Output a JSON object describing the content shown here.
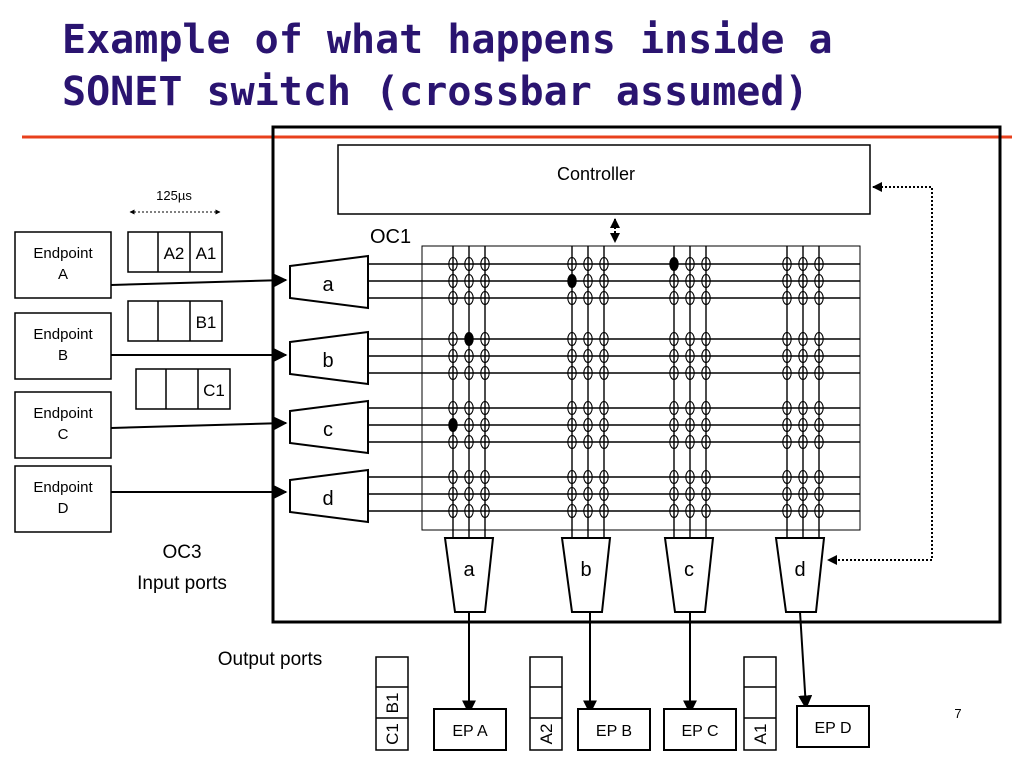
{
  "slide": {
    "title_line1": "Example of what happens inside a",
    "title_line2": "SONET switch (crossbar assumed)",
    "page_number": "7",
    "colors": {
      "title": "#2a1470",
      "rule": "#e8401c",
      "line": "#000000"
    }
  },
  "timing_label": "125µs",
  "controller_label": "Controller",
  "oc1_label": "OC1",
  "oc3_label": "OC3",
  "input_ports_label": "Input ports",
  "output_ports_label": "Output ports",
  "endpoints": [
    {
      "line1": "Endpoint",
      "line2": "A"
    },
    {
      "line1": "Endpoint",
      "line2": "B"
    },
    {
      "line1": "Endpoint",
      "line2": "C"
    },
    {
      "line1": "Endpoint",
      "line2": "D"
    }
  ],
  "input_frames": [
    [
      "",
      "A2",
      "A1"
    ],
    [
      "",
      "",
      "B1"
    ],
    [
      "",
      "",
      "C1"
    ]
  ],
  "demux_labels": [
    "a",
    "b",
    "c",
    "d"
  ],
  "mux_labels": [
    "a",
    "b",
    "c",
    "d"
  ],
  "output_endpoints": [
    "EP A",
    "EP B",
    "EP C",
    "EP D"
  ],
  "output_frames": [
    [
      "",
      "B1",
      "C1"
    ],
    [
      "",
      "",
      "A2"
    ],
    [
      "",
      "",
      "A1"
    ]
  ],
  "crossbar_connections": [
    {
      "input_port": "a",
      "input_slot": 1,
      "output_port": "c",
      "output_slot": 1
    },
    {
      "input_port": "a",
      "input_slot": 2,
      "output_port": "b",
      "output_slot": 1
    },
    {
      "input_port": "b",
      "input_slot": 1,
      "output_port": "a",
      "output_slot": 2
    },
    {
      "input_port": "c",
      "input_slot": 2,
      "output_port": "a",
      "output_slot": 1
    }
  ]
}
